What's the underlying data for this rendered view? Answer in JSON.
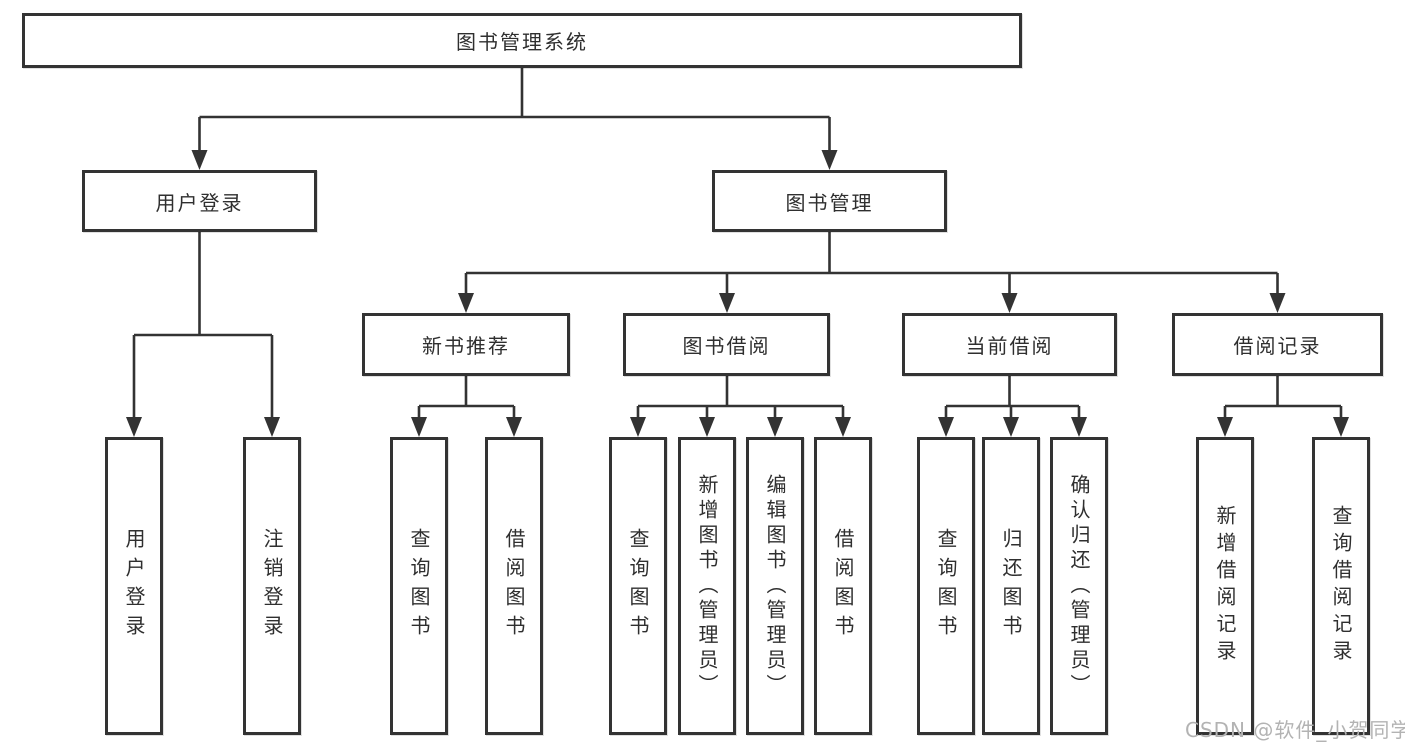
{
  "diagram": {
    "title": "图书管理系统",
    "tree": {
      "root": {
        "label": "图书管理系统",
        "children": [
          {
            "label": "用户登录",
            "children": [
              {
                "label": "用户登录"
              },
              {
                "label": "注销登录"
              }
            ]
          },
          {
            "label": "图书管理",
            "children": [
              {
                "label": "新书推荐",
                "children": [
                  {
                    "label": "查询图书"
                  },
                  {
                    "label": "借阅图书"
                  }
                ]
              },
              {
                "label": "图书借阅",
                "children": [
                  {
                    "label": "查询图书"
                  },
                  {
                    "label": "新增图书（管理员）"
                  },
                  {
                    "label": "编辑图书（管理员）"
                  },
                  {
                    "label": "借阅图书"
                  }
                ]
              },
              {
                "label": "当前借阅",
                "children": [
                  {
                    "label": "查询图书"
                  },
                  {
                    "label": "归还图书"
                  },
                  {
                    "label": "确认归还（管理员）"
                  }
                ]
              },
              {
                "label": "借阅记录",
                "children": [
                  {
                    "label": "新增借阅记录"
                  },
                  {
                    "label": "查询借阅记录"
                  }
                ]
              }
            ]
          }
        ]
      }
    },
    "colors": {
      "line": "#333333",
      "box_border": "#333333",
      "box_fill": "#ffffff",
      "text": "#2f2f2f",
      "watermark": "#b3b3b3"
    }
  },
  "watermark": {
    "text": "CSDN @软件_小贺同学"
  }
}
